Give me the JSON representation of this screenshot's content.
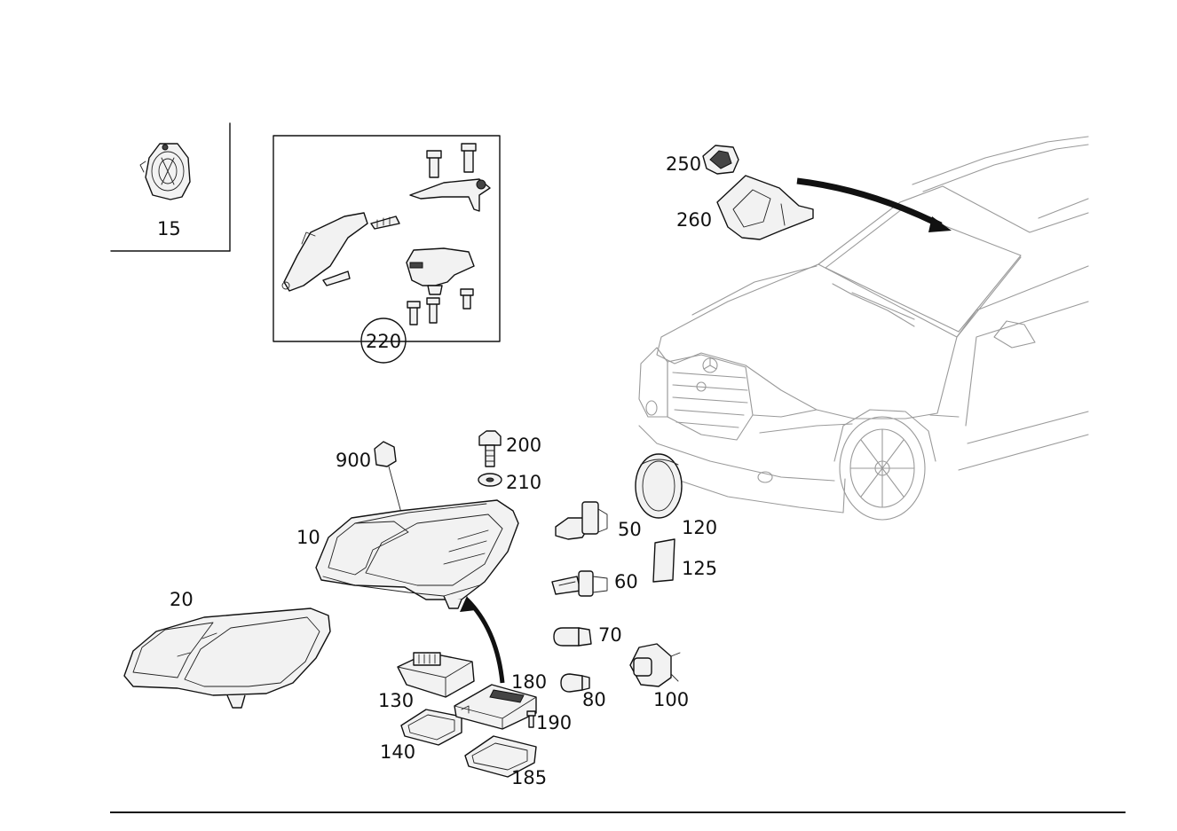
{
  "diagram": {
    "callouts": [
      {
        "id": "15",
        "text": "15"
      },
      {
        "id": "220",
        "text": "220"
      },
      {
        "id": "250",
        "text": "250"
      },
      {
        "id": "260",
        "text": "260"
      },
      {
        "id": "900",
        "text": "900"
      },
      {
        "id": "200",
        "text": "200"
      },
      {
        "id": "210",
        "text": "210"
      },
      {
        "id": "10",
        "text": "10"
      },
      {
        "id": "20",
        "text": "20"
      },
      {
        "id": "50",
        "text": "50"
      },
      {
        "id": "120",
        "text": "120"
      },
      {
        "id": "125",
        "text": "125"
      },
      {
        "id": "60",
        "text": "60"
      },
      {
        "id": "70",
        "text": "70"
      },
      {
        "id": "100",
        "text": "100"
      },
      {
        "id": "80",
        "text": "80"
      },
      {
        "id": "180",
        "text": "180"
      },
      {
        "id": "130",
        "text": "130"
      },
      {
        "id": "190",
        "text": "190"
      },
      {
        "id": "140",
        "text": "140"
      },
      {
        "id": "185",
        "text": "185"
      }
    ]
  }
}
